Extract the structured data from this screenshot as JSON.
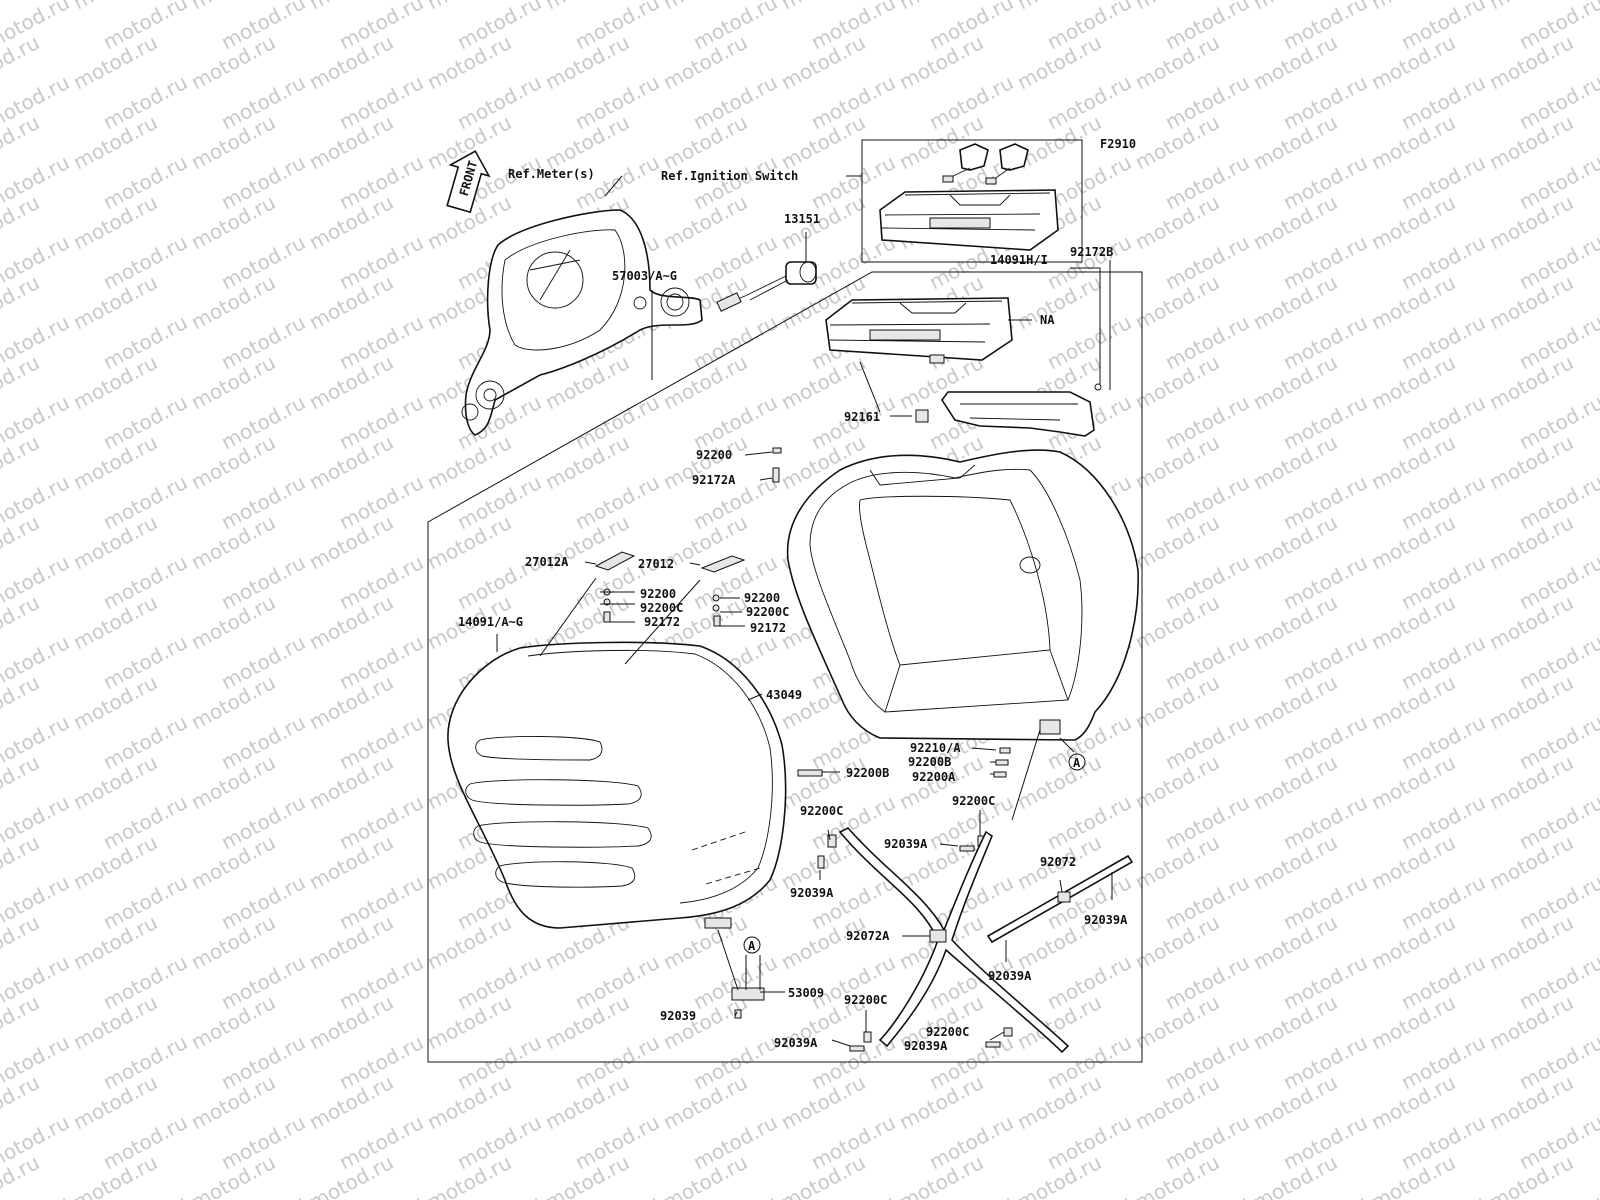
{
  "figure_code": "F2910",
  "watermark": "motod.ru",
  "front_arrow": {
    "text": "FRONT",
    "icon": "front-arrow-icon"
  },
  "ref_labels": {
    "meter": "Ref.Meter(s)",
    "ignition": "Ref.Ignition Switch"
  },
  "callout_marker": "A",
  "parts": {
    "p13151": "13151",
    "p57003": "57003/A~G",
    "pNA": "NA",
    "p14091HI": "14091H/I",
    "p92172B": "92172B",
    "p92161": "92161",
    "p92200_top": "92200",
    "p92172A": "92172A",
    "p27012A": "27012A",
    "p27012": "27012",
    "p92200_l": "92200",
    "p92200C_l": "92200C",
    "p92172_l": "92172",
    "p92200_r": "92200",
    "p92200C_r": "92200C",
    "p92172_r": "92172",
    "p14091AG": "14091/A~G",
    "p43049": "43049",
    "p92210A": "92210/A",
    "p92200B_r": "92200B",
    "p92200A": "92200A",
    "p92200B": "92200B",
    "p92200C_a": "92200C",
    "p92200C_b": "92200C",
    "p92039A_a": "92039A",
    "p92039A_b": "92039A",
    "p92072": "92072",
    "p92039A_c": "92039A",
    "p92072A": "92072A",
    "p92039A_d": "92039A",
    "p53009": "53009",
    "p92039": "92039",
    "p92200C_c": "92200C",
    "p92039A_e": "92039A",
    "p92200C_d": "92200C",
    "p92039A_f": "92039A"
  }
}
